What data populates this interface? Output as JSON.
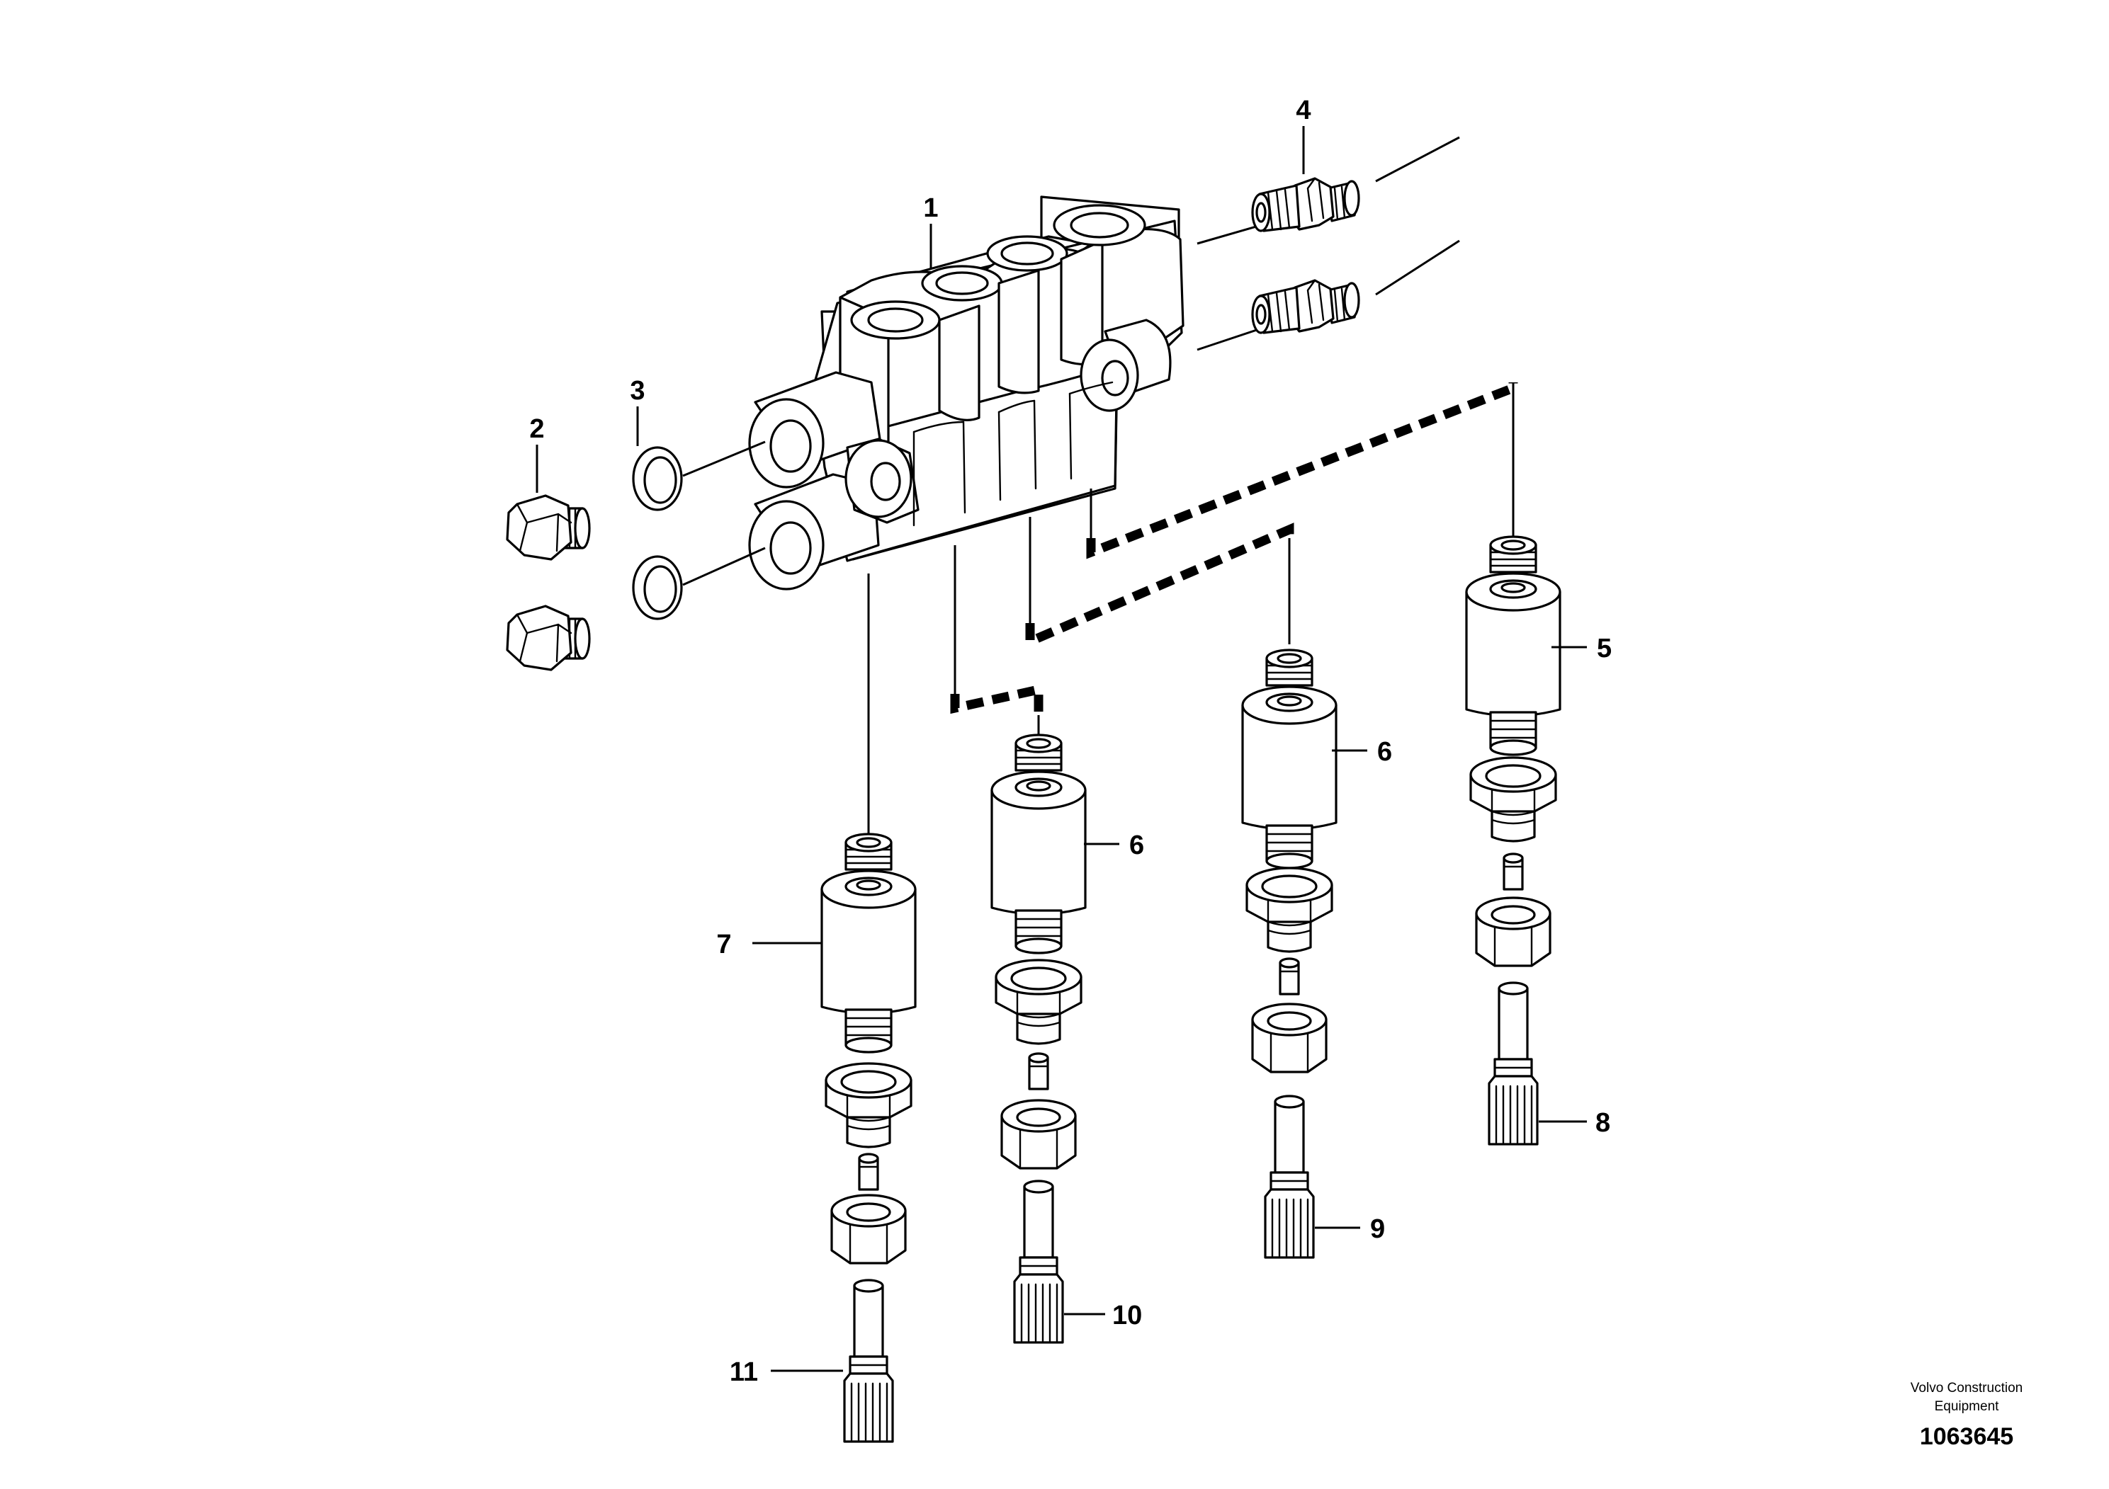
{
  "callouts": {
    "c1": "1",
    "c2": "2",
    "c3": "3",
    "c4": "4",
    "c5": "5",
    "c6a": "6",
    "c6b": "6",
    "c7": "7",
    "c8": "8",
    "c9": "9",
    "c10": "10",
    "c11": "11"
  },
  "footer": {
    "brand_line1": "Volvo Construction",
    "brand_line2": "Equipment",
    "document_number": "1063645"
  }
}
